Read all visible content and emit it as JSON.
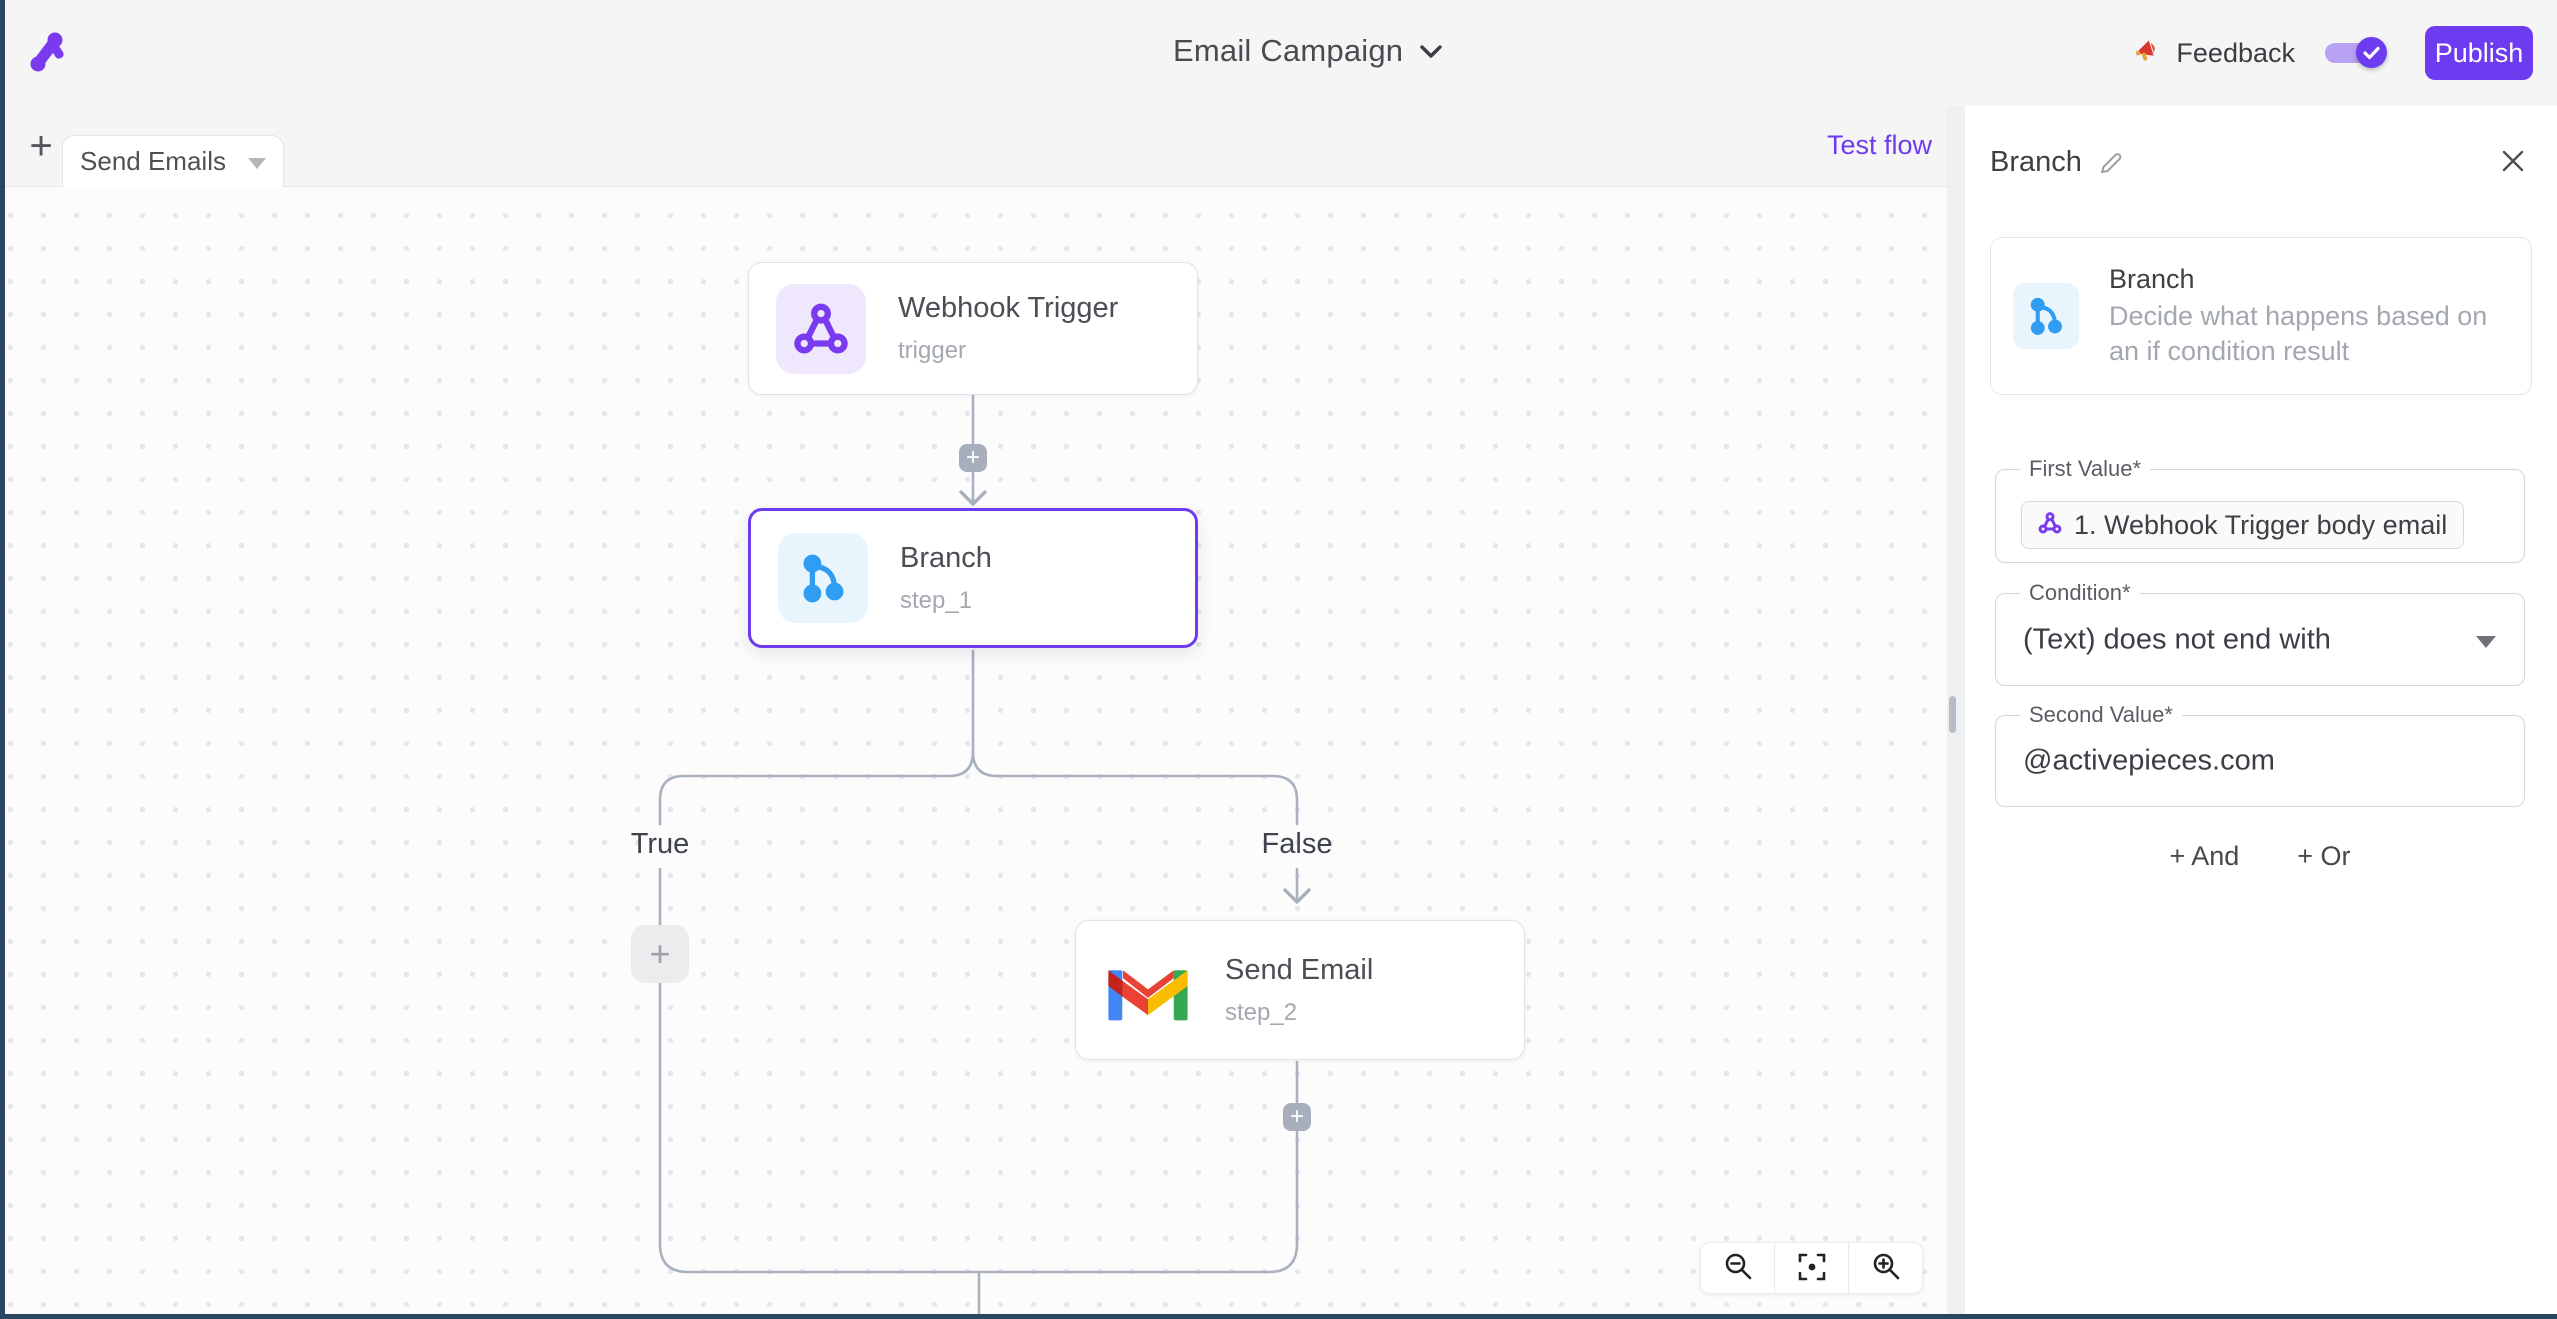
{
  "header": {
    "title": "Email Campaign",
    "feedback_label": "Feedback",
    "publish_label": "Publish"
  },
  "toolbar": {
    "flow_tab_label": "Send Emails",
    "test_flow_label": "Test flow"
  },
  "icons": {
    "plus": "+"
  },
  "canvas": {
    "nodes": {
      "webhook": {
        "title": "Webhook Trigger",
        "subtitle": "trigger"
      },
      "branch": {
        "title": "Branch",
        "subtitle": "step_1"
      },
      "send_email": {
        "title": "Send Email",
        "subtitle": "step_2"
      }
    },
    "branch_labels": {
      "true": "True",
      "false": "False"
    }
  },
  "panel": {
    "title": "Branch",
    "piece": {
      "name": "Branch",
      "description": "Decide what happens based on an if condition result"
    },
    "fields": {
      "first_value": {
        "label": "First Value*",
        "token": "1. Webhook Trigger body email"
      },
      "condition": {
        "label": "Condition*",
        "value": "(Text) does not end with"
      },
      "second_value": {
        "label": "Second Value*",
        "value": "@activepieces.com"
      }
    },
    "buttons": {
      "and": "+ And",
      "or": "+ Or"
    }
  },
  "colors": {
    "brand_purple": "#6e3cf0",
    "webhook_purple": "#7a3bf0",
    "branch_blue": "#2e9df2",
    "connector_gray": "#a9b1bd",
    "gmail_blue": "#4285f4",
    "gmail_green": "#34a853",
    "gmail_red": "#ea4335",
    "gmail_dark_red": "#c5221f",
    "gmail_yellow": "#fbbc04",
    "frame_dark": "#2b4760"
  }
}
